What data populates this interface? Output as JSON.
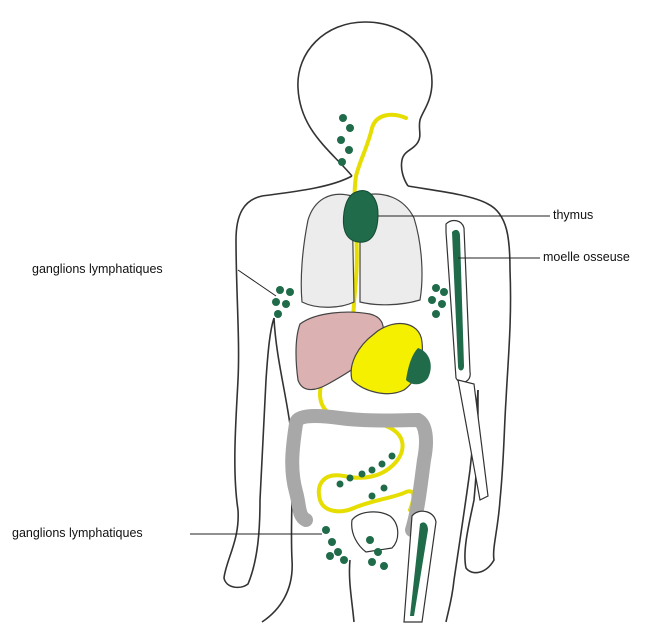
{
  "labels": {
    "thymus": "thymus",
    "moelle_osseuse": "moelle osseuse",
    "ganglions_haut": "ganglions lymphatiques",
    "ganglions_bas": "ganglions lymphatiques"
  },
  "colors": {
    "outline": "#333333",
    "lymph_green": "#1f6b4a",
    "lymph_vessel": "#ece400",
    "lungs": "#e8e8e8",
    "liver": "#dcb1b1",
    "spleen_stomach": "#f5f000",
    "intestine": "#a8a8a8",
    "background": "#ffffff"
  }
}
